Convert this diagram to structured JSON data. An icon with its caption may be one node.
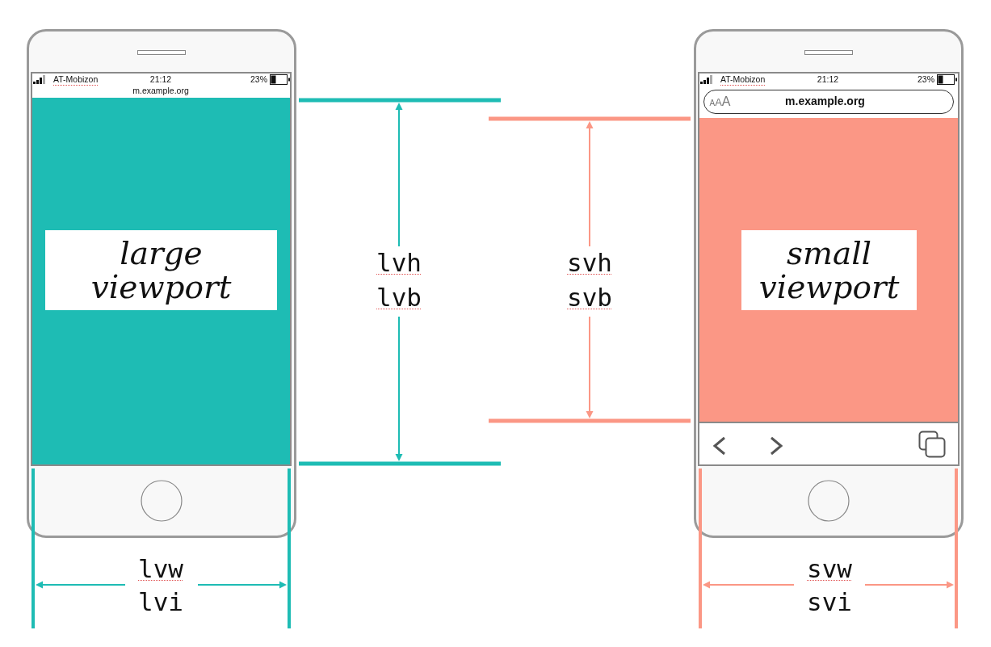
{
  "diagram": {
    "nodes": [
      {
        "text": [
          "AT-Mobizon",
          "21:12",
          "23%",
          "m.example.org"
        ]
      },
      {
        "text": [
          "large viewport"
        ],
        "in": 0
      },
      {
        "text": [
          "AT-Mobizon",
          "21:12",
          "23%"
        ]
      },
      {
        "text": [
          "AAA",
          "m.example.org"
        ],
        "in": 2
      },
      {
        "text": [
          "small viewport"
        ],
        "in": 2
      }
    ],
    "labels": [
      "lvh",
      "lvb",
      "svh",
      "svb",
      "lvw",
      "lvi",
      "svw",
      "svi"
    ]
  }
}
